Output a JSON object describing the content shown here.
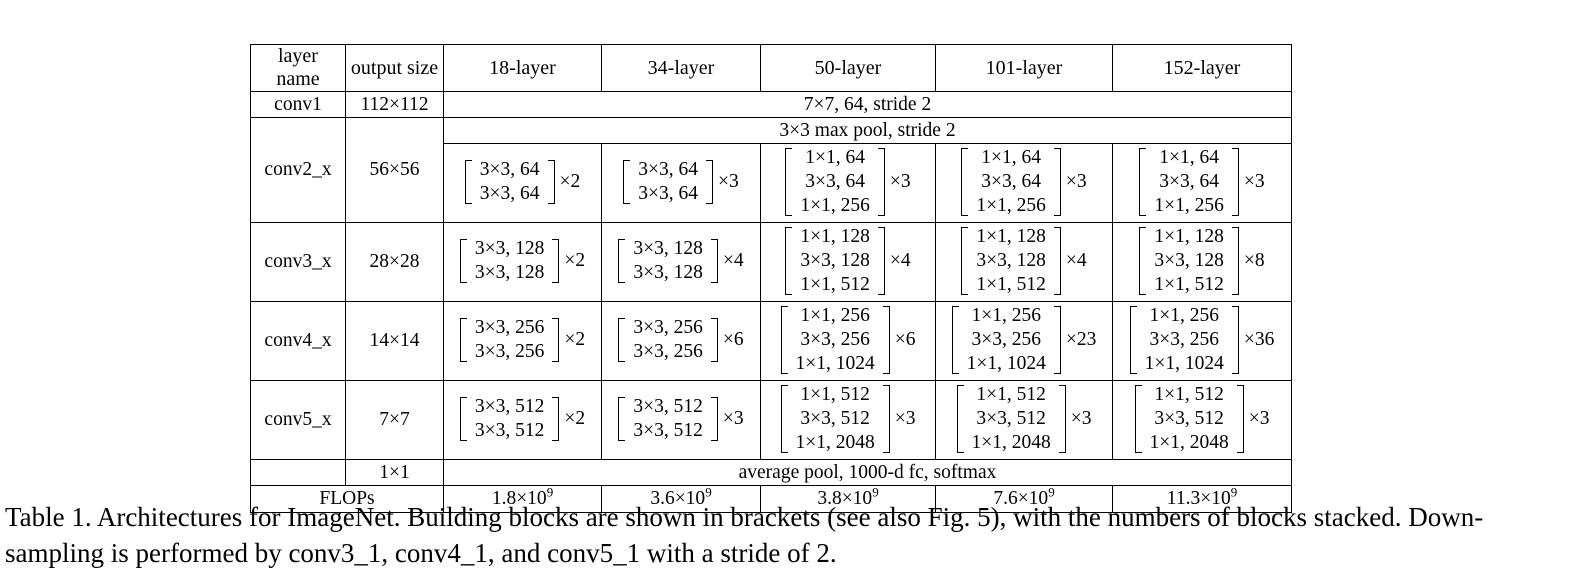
{
  "colors": {
    "background": "#ffffff",
    "text": "#000000",
    "border": "#000000"
  },
  "table": {
    "header": [
      "layer name",
      "output size",
      "18-layer",
      "34-layer",
      "50-layer",
      "101-layer",
      "152-layer"
    ],
    "rows": [
      {
        "name": "row-conv1",
        "cells": [
          {
            "t": "conv1"
          },
          {
            "t": "112×112"
          },
          {
            "t": "7×7, 64, stride 2",
            "colspan": 5
          }
        ]
      },
      {
        "name": "row-conv2-pool",
        "cells": [
          {
            "t": "conv2_x",
            "rowspan": 2
          },
          {
            "t": "56×56",
            "rowspan": 2
          },
          {
            "t": "3×3 max pool, stride 2",
            "colspan": 5
          }
        ]
      },
      {
        "name": "row-conv2-blocks",
        "cells": [
          {
            "block": {
              "lines": [
                "3×3, 64",
                "3×3, 64"
              ],
              "mult": "×2"
            }
          },
          {
            "block": {
              "lines": [
                "3×3, 64",
                "3×3, 64"
              ],
              "mult": "×3"
            }
          },
          {
            "block": {
              "lines": [
                "1×1, 64",
                "3×3, 64",
                "1×1, 256"
              ],
              "mult": "×3"
            }
          },
          {
            "block": {
              "lines": [
                "1×1, 64",
                "3×3, 64",
                "1×1, 256"
              ],
              "mult": "×3"
            }
          },
          {
            "block": {
              "lines": [
                "1×1, 64",
                "3×3, 64",
                "1×1, 256"
              ],
              "mult": "×3"
            }
          }
        ]
      },
      {
        "name": "row-conv3",
        "cells": [
          {
            "t": "conv3_x"
          },
          {
            "t": "28×28"
          },
          {
            "block": {
              "lines": [
                "3×3, 128",
                "3×3, 128"
              ],
              "mult": "×2"
            }
          },
          {
            "block": {
              "lines": [
                "3×3, 128",
                "3×3, 128"
              ],
              "mult": "×4"
            }
          },
          {
            "block": {
              "lines": [
                "1×1, 128",
                "3×3, 128",
                "1×1, 512"
              ],
              "mult": "×4"
            }
          },
          {
            "block": {
              "lines": [
                "1×1, 128",
                "3×3, 128",
                "1×1, 512"
              ],
              "mult": "×4"
            }
          },
          {
            "block": {
              "lines": [
                "1×1, 128",
                "3×3, 128",
                "1×1, 512"
              ],
              "mult": "×8"
            }
          }
        ]
      },
      {
        "name": "row-conv4",
        "cells": [
          {
            "t": "conv4_x"
          },
          {
            "t": "14×14"
          },
          {
            "block": {
              "lines": [
                "3×3, 256",
                "3×3, 256"
              ],
              "mult": "×2"
            }
          },
          {
            "block": {
              "lines": [
                "3×3, 256",
                "3×3, 256"
              ],
              "mult": "×6"
            }
          },
          {
            "block": {
              "lines": [
                "1×1, 256",
                "3×3, 256",
                "1×1, 1024"
              ],
              "mult": "×6"
            }
          },
          {
            "block": {
              "lines": [
                "1×1, 256",
                "3×3, 256",
                "1×1, 1024"
              ],
              "mult": "×23"
            }
          },
          {
            "block": {
              "lines": [
                "1×1, 256",
                "3×3, 256",
                "1×1, 1024"
              ],
              "mult": "×36"
            }
          }
        ]
      },
      {
        "name": "row-conv5",
        "cells": [
          {
            "t": "conv5_x"
          },
          {
            "t": "7×7"
          },
          {
            "block": {
              "lines": [
                "3×3, 512",
                "3×3, 512"
              ],
              "mult": "×2"
            }
          },
          {
            "block": {
              "lines": [
                "3×3, 512",
                "3×3, 512"
              ],
              "mult": "×3"
            }
          },
          {
            "block": {
              "lines": [
                "1×1, 512",
                "3×3, 512",
                "1×1, 2048"
              ],
              "mult": "×3"
            }
          },
          {
            "block": {
              "lines": [
                "1×1, 512",
                "3×3, 512",
                "1×1, 2048"
              ],
              "mult": "×3"
            }
          },
          {
            "block": {
              "lines": [
                "1×1, 512",
                "3×3, 512",
                "1×1, 2048"
              ],
              "mult": "×3"
            }
          }
        ]
      },
      {
        "name": "row-avgpool",
        "cells": [
          {
            "t": ""
          },
          {
            "t": "1×1"
          },
          {
            "t": "average pool, 1000-d fc, softmax",
            "colspan": 5
          }
        ]
      },
      {
        "name": "row-flops",
        "cells": [
          {
            "t": "FLOPs",
            "colspan": 2
          },
          {
            "flops": {
              "base": "1.8×10",
              "exp": "9"
            }
          },
          {
            "flops": {
              "base": "3.6×10",
              "exp": "9"
            }
          },
          {
            "flops": {
              "base": "3.8×10",
              "exp": "9"
            }
          },
          {
            "flops": {
              "base": "7.6×10",
              "exp": "9"
            }
          },
          {
            "flops": {
              "base": "11.3×10",
              "exp": "9"
            }
          }
        ]
      }
    ]
  },
  "caption": {
    "line1": "Table 1. Architectures for ImageNet. Building blocks are shown in brackets (see also Fig. 5), with the numbers of blocks stacked. Down-",
    "line2": "sampling is performed by conv3_1, conv4_1, and conv5_1 with a stride of 2."
  }
}
